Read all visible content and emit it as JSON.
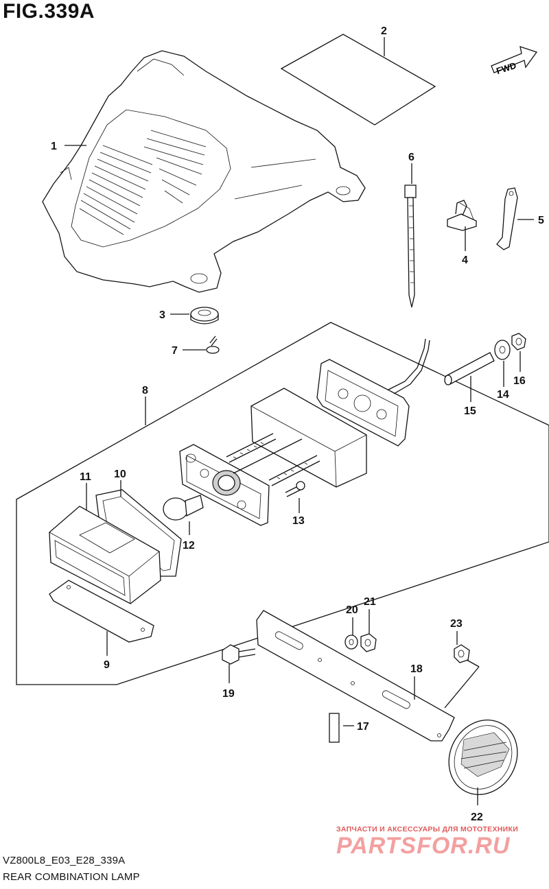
{
  "figure": {
    "title": "FIG.339A",
    "code": "VZ800L8_E03_E28_339A",
    "caption": "REAR COMBINATION LAMP",
    "fwd_label": "FWD"
  },
  "watermark": {
    "top_text": "ЗАПЧАСТИ И АКСЕССУАРЫ ДЛЯ МОТОТЕХНИКИ",
    "logo": "PARTSFOR.RU"
  },
  "callouts": [
    {
      "id": "c1",
      "label": "1"
    },
    {
      "id": "c2",
      "label": "2"
    },
    {
      "id": "c3",
      "label": "3"
    },
    {
      "id": "c4",
      "label": "4"
    },
    {
      "id": "c5",
      "label": "5"
    },
    {
      "id": "c6",
      "label": "6"
    },
    {
      "id": "c7",
      "label": "7"
    },
    {
      "id": "c8",
      "label": "8"
    },
    {
      "id": "c9",
      "label": "9"
    },
    {
      "id": "c10",
      "label": "10"
    },
    {
      "id": "c11",
      "label": "11"
    },
    {
      "id": "c12",
      "label": "12"
    },
    {
      "id": "c13",
      "label": "13"
    },
    {
      "id": "c14",
      "label": "14"
    },
    {
      "id": "c15",
      "label": "15"
    },
    {
      "id": "c16",
      "label": "16"
    },
    {
      "id": "c17",
      "label": "17"
    },
    {
      "id": "c18",
      "label": "18"
    },
    {
      "id": "c19",
      "label": "19"
    },
    {
      "id": "c20",
      "label": "20"
    },
    {
      "id": "c21",
      "label": "21"
    },
    {
      "id": "c22",
      "label": "22"
    },
    {
      "id": "c23",
      "label": "23"
    }
  ]
}
